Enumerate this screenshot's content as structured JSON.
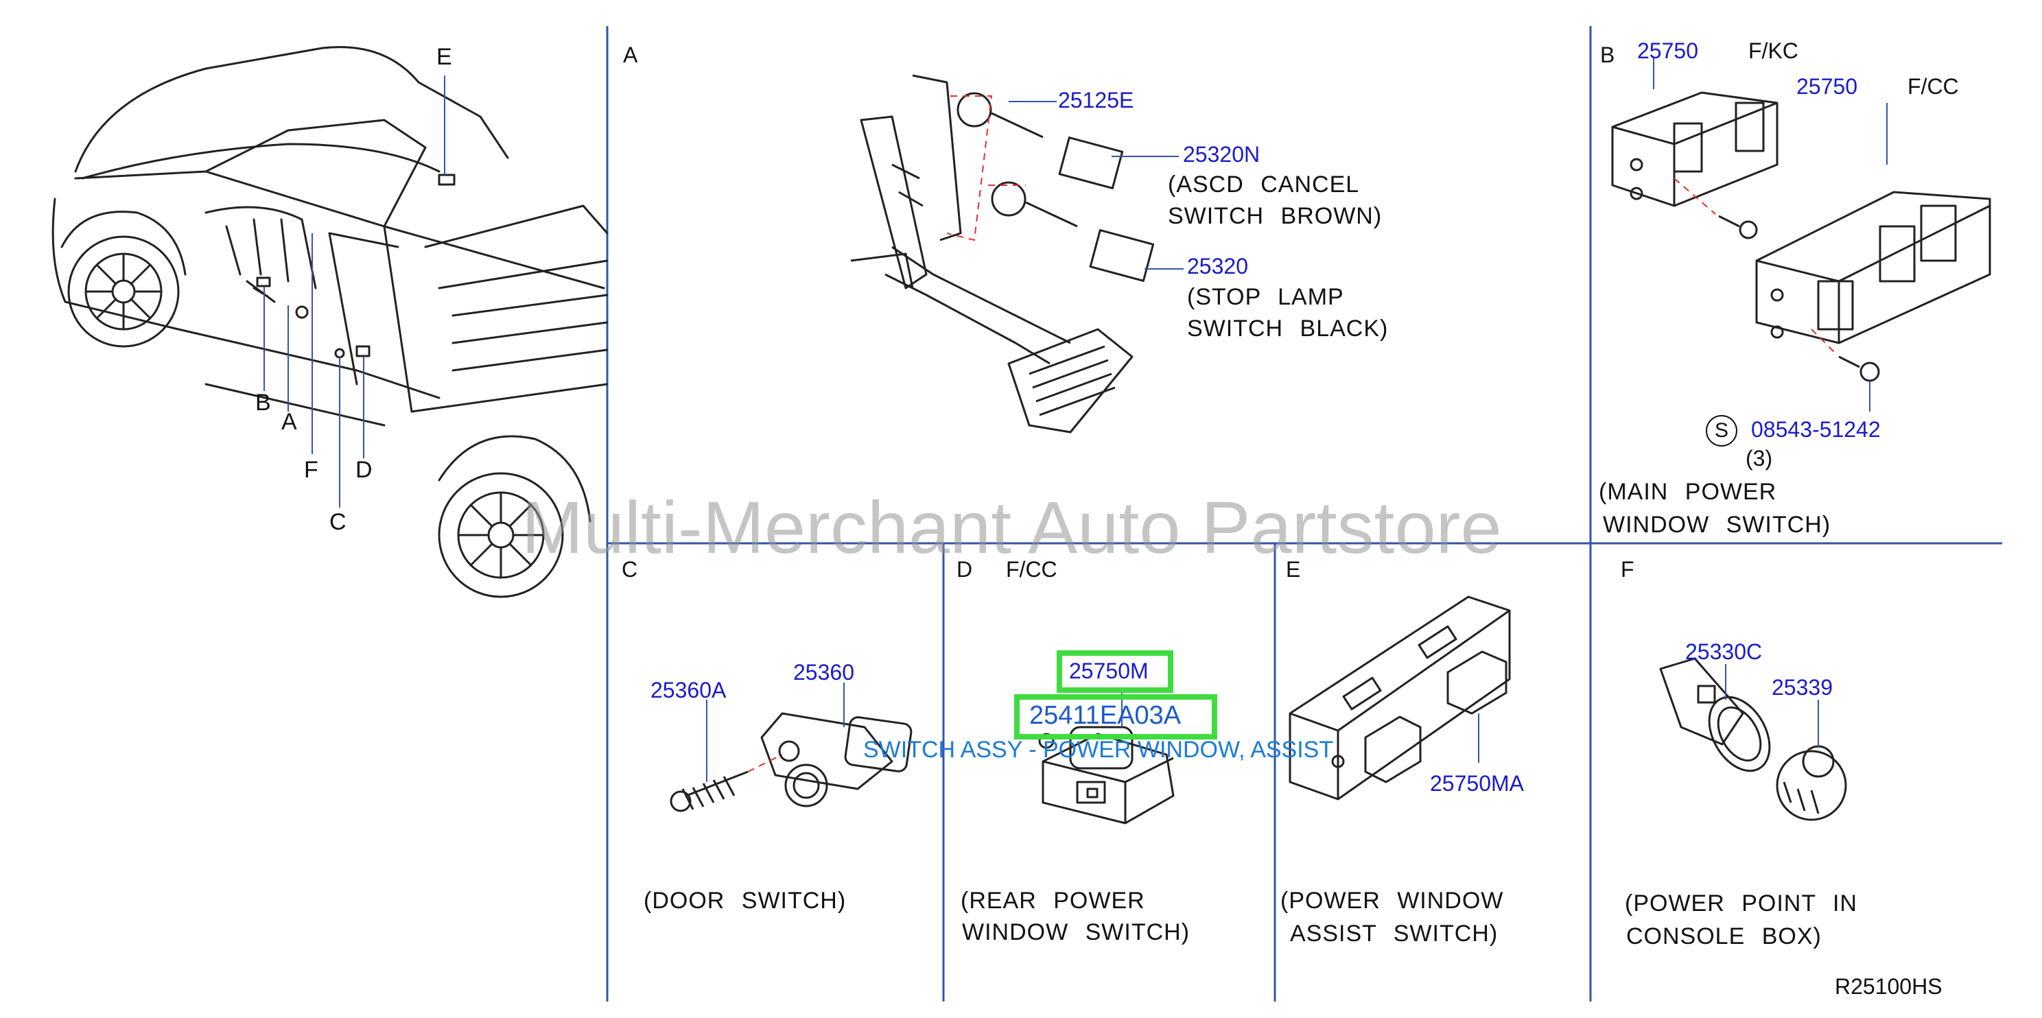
{
  "panels": {
    "A": {
      "letter": "A",
      "parts": [
        "25125E",
        "25320N",
        "25320"
      ],
      "notes": [
        "(ASCD  CANCEL",
        "SWITCH  BROWN)",
        "(STOP  LAMP",
        "SWITCH  BLACK)"
      ]
    },
    "B": {
      "letter": "B",
      "parts": [
        "25750",
        "25750",
        "08543-51242"
      ],
      "variants": [
        "F/KC",
        "F/CC"
      ],
      "screw_symbol": "S",
      "qty": "(3)",
      "notes": [
        "(MAIN  POWER",
        "WINDOW  SWITCH)"
      ]
    },
    "C": {
      "letter": "C",
      "parts": [
        "25360A",
        "25360"
      ],
      "notes": [
        "(DOOR  SWITCH)"
      ]
    },
    "D": {
      "letter": "D",
      "variant": "F/CC",
      "parts": [
        "25750M"
      ],
      "highlighted_part": "25411EA03A",
      "tooltip": "SWITCH ASSY - POWER WINDOW, ASSIST",
      "notes": [
        "(REAR  POWER",
        "WINDOW  SWITCH)"
      ]
    },
    "E": {
      "letter": "E",
      "parts": [
        "25750MA"
      ],
      "notes": [
        "(POWER  WINDOW",
        "ASSIST  SWITCH)"
      ]
    },
    "F": {
      "letter": "F",
      "parts": [
        "25330C",
        "25339"
      ],
      "notes": [
        "(POWER  POINT  IN",
        "CONSOLE  BOX)"
      ]
    }
  },
  "vehicle_callouts": [
    "E",
    "B",
    "A",
    "F",
    "D",
    "C"
  ],
  "watermark": "Multi-Merchant Auto Partstore",
  "reference": "R25100HS",
  "colors": {
    "part_number": "#1a1acc",
    "highlight": "#3fdc3f",
    "tooltip": "#1a7ad8",
    "divider": "#3355aa"
  }
}
